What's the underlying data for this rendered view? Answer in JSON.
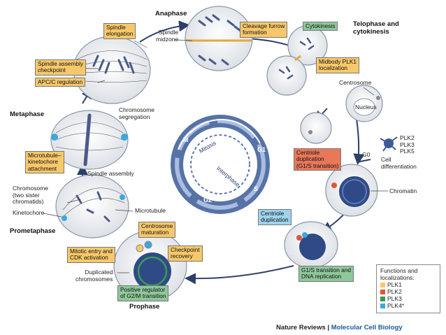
{
  "phases": {
    "anaphase": "Anaphase",
    "telophase": "Telophase and\ncytokinesis",
    "metaphase": "Metaphase",
    "prometaphase": "Prometaphase",
    "prophase": "Prophase"
  },
  "labels": {
    "spindle_midzone": "Spindle\nmidzone",
    "chromosome_segregation": "Chromosome\nsegregation",
    "spindle_assembly": "Spindle assembly",
    "chromosome": "Chromosome\n(two sister\nchromatids)",
    "kinetochore": "Kinetochore",
    "microtubule": "Microtubule",
    "duplicated_chromosomes": "Duplicated\nchromosomes",
    "centrosome": "Centrosome",
    "nucleus": "Nucleus",
    "plk_list": "PLK2\nPLK3\nPLK5",
    "g0": "G0",
    "cell_differentiation": "Cell\ndifferentiation",
    "chromatin": "Chromatin"
  },
  "boxes": {
    "spindle_elongation": "Spindle\nelongation",
    "cleavage_furrow": "Cleavage furrow\nformation",
    "cytokinesis": "Cytokinesis",
    "midbody_plk1": "Midbody PLK1\nlocalization",
    "spindle_checkpoint": "Spindle assembly\ncheckpoint",
    "apcc_regulation": "APC/C regulation",
    "microtubule_kinetochore": "Microtubule–\nkinetochore\nattachment",
    "centriole_dup_g1s": "Centriole\nduplication\n(G1/S transition)",
    "centriole_dup": "Centriole\nduplication",
    "centrosome_maturation": "Centrosome\nmaturation",
    "mitotic_entry": "Mitotic entry and\nCDK activation",
    "checkpoint_recovery": "Checkpoint\nrecovery",
    "positive_regulator": "Positive regulator\nof G2/M transition",
    "g1s_dna": "G1/S transition and\nDNA replication"
  },
  "cycle": {
    "m": "M",
    "mitosis": "Mitosis",
    "g1": "G1",
    "interphase": "Interphase",
    "s": "S",
    "g2": "G2"
  },
  "legend": {
    "title": "Functions and\nlocalizations:",
    "items": [
      {
        "label": "PLK1",
        "color": "#f7c86b"
      },
      {
        "label": "PLK2",
        "color": "#e0553a"
      },
      {
        "label": "PLK3",
        "color": "#3a9a55"
      },
      {
        "label": "PLK4*",
        "color": "#39a8dd"
      }
    ]
  },
  "footer": {
    "publisher": "Nature Reviews",
    "separator": " | ",
    "journal": "Molecular Cell Biology"
  }
}
